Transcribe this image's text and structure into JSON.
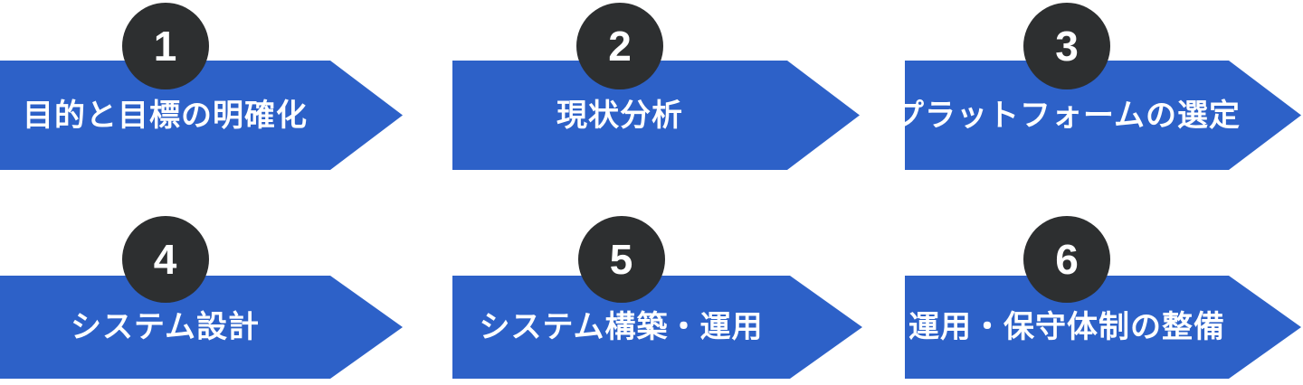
{
  "diagram": {
    "type": "process-steps",
    "accent_color": "#2d61c8",
    "badge_color": "#2d2f30",
    "text_color": "#ffffff",
    "steps": [
      {
        "number": "1",
        "label": "目的と目標の明確化"
      },
      {
        "number": "2",
        "label": "現状分析"
      },
      {
        "number": "3",
        "label": "プラットフォームの選定"
      },
      {
        "number": "4",
        "label": "システム設計"
      },
      {
        "number": "5",
        "label": "システム構築・運用"
      },
      {
        "number": "6",
        "label": "運用・保守体制の整備"
      }
    ]
  }
}
